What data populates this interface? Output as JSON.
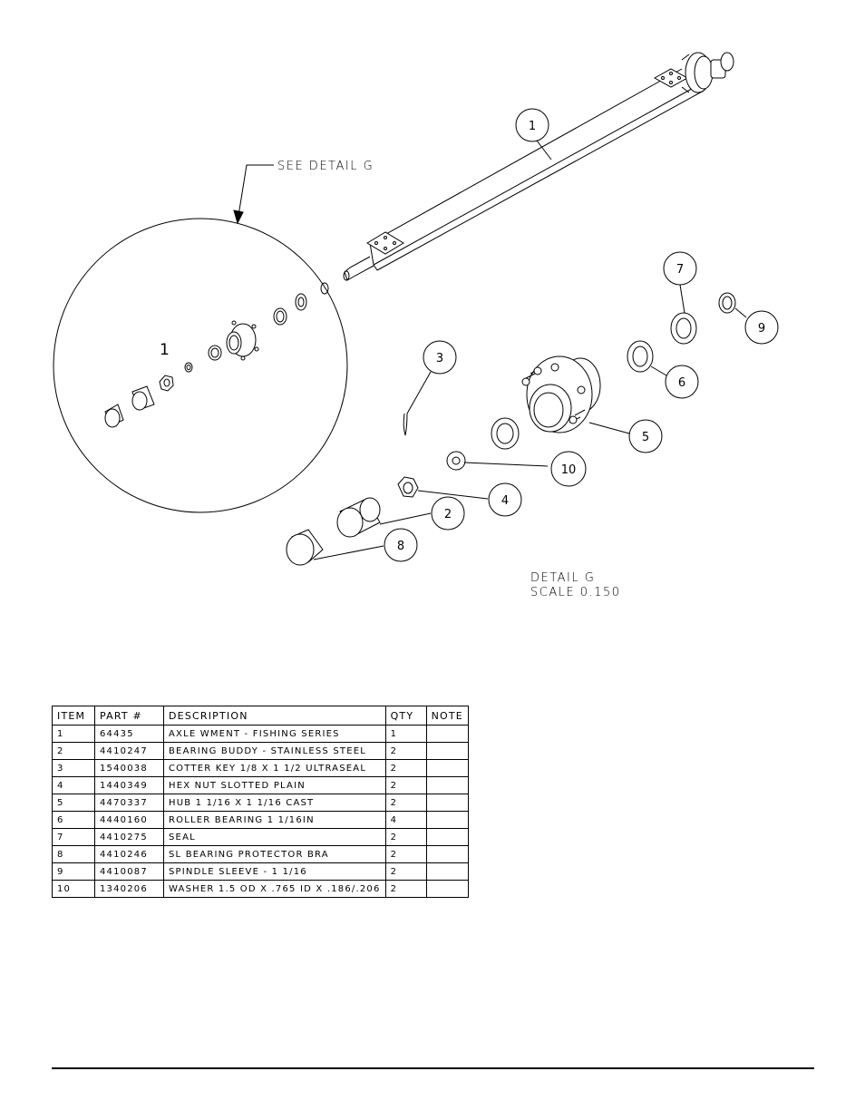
{
  "annotations": {
    "see_detail": "SEE DETAIL  G",
    "detail_title": "DETAIL  G",
    "detail_scale": "SCALE  0.150",
    "detail_ref": "1"
  },
  "balloons": [
    "1",
    "2",
    "3",
    "4",
    "5",
    "6",
    "7",
    "8",
    "9",
    "10"
  ],
  "table": {
    "headers": [
      "ITEM",
      "PART #",
      "DESCRIPTION",
      "QTY",
      "NOTE"
    ],
    "rows": [
      [
        "1",
        "64435",
        "AXLE WMENT - FISHING SERIES",
        "1",
        ""
      ],
      [
        "2",
        "4410247",
        "BEARING BUDDY - STAINLESS STEEL",
        "2",
        ""
      ],
      [
        "3",
        "1540038",
        "COTTER KEY 1/8 X 1 1/2 ULTRASEAL",
        "2",
        ""
      ],
      [
        "4",
        "1440349",
        "HEX NUT SLOTTED PLAIN",
        "2",
        ""
      ],
      [
        "5",
        "4470337",
        "HUB  1 1/16 X 1 1/16 CAST",
        "2",
        ""
      ],
      [
        "6",
        "4440160",
        "ROLLER BEARING  1 1/16IN",
        "4",
        ""
      ],
      [
        "7",
        "4410275",
        "SEAL",
        "2",
        ""
      ],
      [
        "8",
        "4410246",
        "SL BEARING PROTECTOR BRA",
        "2",
        ""
      ],
      [
        "9",
        "4410087",
        "SPINDLE SLEEVE - 1 1/16",
        "2",
        ""
      ],
      [
        "10",
        "1340206",
        "WASHER 1.5 OD X .765 ID X .186/.206",
        "2",
        ""
      ]
    ]
  }
}
